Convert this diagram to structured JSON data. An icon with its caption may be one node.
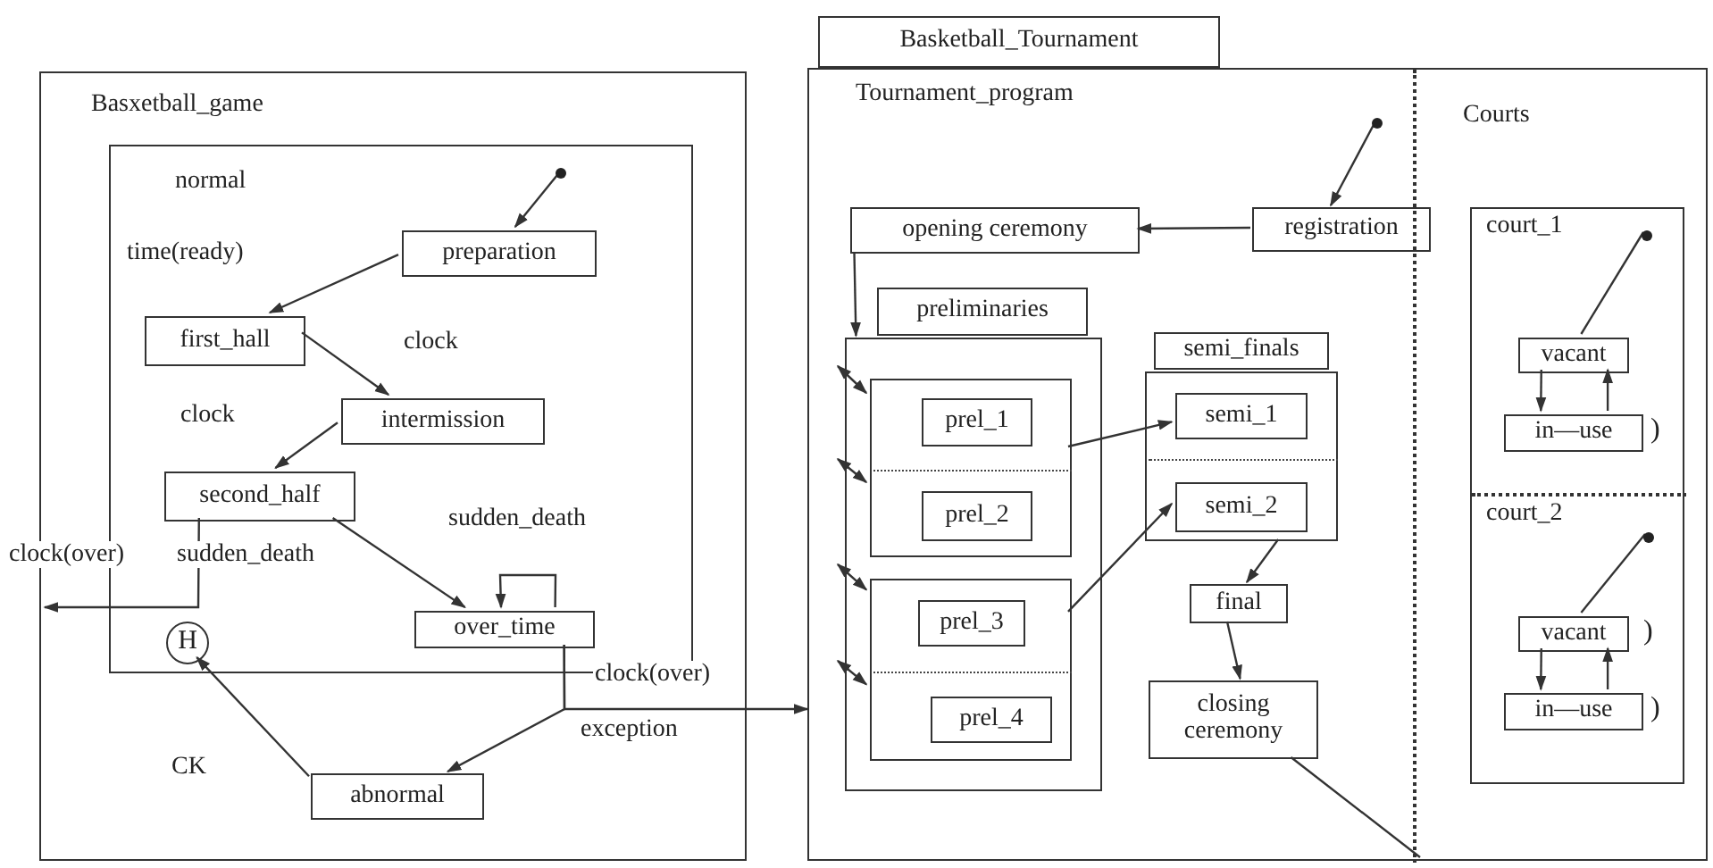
{
  "diagram": {
    "nodes": [
      {
        "text": [
          "Basxetball_game"
        ]
      },
      {
        "text": [
          "normal"
        ],
        "in": 0
      },
      {
        "text": [],
        "shape": "circle",
        "in": 1
      },
      {
        "text": [
          "preparation"
        ],
        "in": 1
      },
      {
        "text": [
          "first_hall"
        ],
        "in": 1
      },
      {
        "text": [
          "intermission"
        ],
        "in": 1
      },
      {
        "text": [
          "second_half"
        ],
        "in": 1
      },
      {
        "text": [
          "over_time"
        ],
        "in": 1
      },
      {
        "text": [
          "H"
        ],
        "in": 1
      },
      {
        "text": [
          "abnormal"
        ],
        "in": 0
      },
      {
        "text": [
          "Basketball_Tournament"
        ]
      },
      {
        "text": [
          "Tournament_program"
        ],
        "in": 10
      },
      {
        "text": [],
        "shape": "circle",
        "in": 11
      },
      {
        "text": [
          "registration"
        ],
        "in": 11
      },
      {
        "text": [
          "opening ceremony"
        ],
        "in": 11
      },
      {
        "text": [],
        "shape": "box",
        "in": 11
      },
      {
        "text": [],
        "shape": "box",
        "in": 15
      },
      {
        "text": [
          "prel_1"
        ],
        "in": 16
      },
      {
        "text": [
          "prel_2"
        ],
        "in": 16
      },
      {
        "text": [],
        "shape": "box",
        "in": 15
      },
      {
        "text": [
          "prel_3"
        ],
        "in": 19
      },
      {
        "text": [
          "prel_4"
        ],
        "in": 19
      },
      {
        "text": [],
        "shape": "box",
        "in": 11
      },
      {
        "text": [
          "semi_1"
        ],
        "in": 22
      },
      {
        "text": [
          "semi_2"
        ],
        "in": 22
      },
      {
        "text": [
          "final"
        ],
        "in": 11
      },
      {
        "text": [
          "closing ceremony"
        ],
        "in": 11
      },
      {
        "text": [
          "Courts"
        ],
        "in": 10
      },
      {
        "text": [],
        "shape": "box",
        "in": 27
      },
      {
        "text": [
          "court_1"
        ],
        "in": 28
      },
      {
        "text": [],
        "shape": "circle",
        "in": 29
      },
      {
        "text": [
          "vacant"
        ],
        "in": 29
      },
      {
        "text": [
          "in—use"
        ],
        "in": 29,
        "beside": [
          ")"
        ]
      },
      {
        "text": [
          "court_2"
        ],
        "in": 28
      },
      {
        "text": [],
        "shape": "circle",
        "in": 33
      },
      {
        "text": [
          "vacant"
        ],
        "in": 33,
        "beside": [
          ")"
        ]
      },
      {
        "text": [
          "in—use"
        ],
        "in": 33,
        "beside": [
          ")"
        ]
      },
      {
        "text": [
          "preliminaries"
        ],
        "in": 11
      },
      {
        "text": [
          "semi_finals"
        ],
        "in": 11
      }
    ],
    "edges": [
      {
        "from": 2,
        "to": 3,
        "arrow": "to"
      },
      {
        "from": 3,
        "to": 4,
        "arrow": "to",
        "label": "time(ready)"
      },
      {
        "from": 4,
        "to": 5,
        "arrow": "to",
        "label": "clock"
      },
      {
        "from": 5,
        "to": 6,
        "arrow": "to",
        "label": "clock"
      },
      {
        "from": 6,
        "to": 7,
        "arrow": "to",
        "label": "sudden_death"
      },
      {
        "from": 7,
        "to": 7,
        "arrow": "to",
        "label": "sudden_death"
      },
      {
        "from": 6,
        "to": null,
        "arrow": "to",
        "label": "clock(over)"
      },
      {
        "from": 7,
        "to": 11,
        "arrow": "to",
        "label": "clock(over)"
      },
      {
        "from": 7,
        "to": 9,
        "arrow": "to",
        "label": "exception"
      },
      {
        "from": 9,
        "to": 8,
        "arrow": "to",
        "label": "CK"
      },
      {
        "from": 12,
        "to": 13,
        "arrow": "to"
      },
      {
        "from": 13,
        "to": 14,
        "arrow": "to"
      },
      {
        "from": 14,
        "to": 15,
        "arrow": "to"
      },
      {
        "from": null,
        "to": 16,
        "arrow": "both"
      },
      {
        "from": null,
        "to": 16,
        "arrow": "both"
      },
      {
        "from": null,
        "to": 19,
        "arrow": "both"
      },
      {
        "from": null,
        "to": 19,
        "arrow": "both"
      },
      {
        "from": 16,
        "to": 23,
        "arrow": "to"
      },
      {
        "from": 19,
        "to": 24,
        "arrow": "to"
      },
      {
        "from": 22,
        "to": 25,
        "arrow": "to"
      },
      {
        "from": 25,
        "to": 26,
        "arrow": "to"
      },
      {
        "from": 26,
        "to": null,
        "arrow": "none"
      },
      {
        "from": 30,
        "to": 31,
        "arrow": "none"
      },
      {
        "from": 31,
        "to": 32,
        "arrow": "to"
      },
      {
        "from": 32,
        "to": 31,
        "arrow": "to"
      },
      {
        "from": 34,
        "to": 35,
        "arrow": "none"
      },
      {
        "from": 35,
        "to": 36,
        "arrow": "to"
      },
      {
        "from": 36,
        "to": 35,
        "arrow": "to"
      }
    ]
  }
}
